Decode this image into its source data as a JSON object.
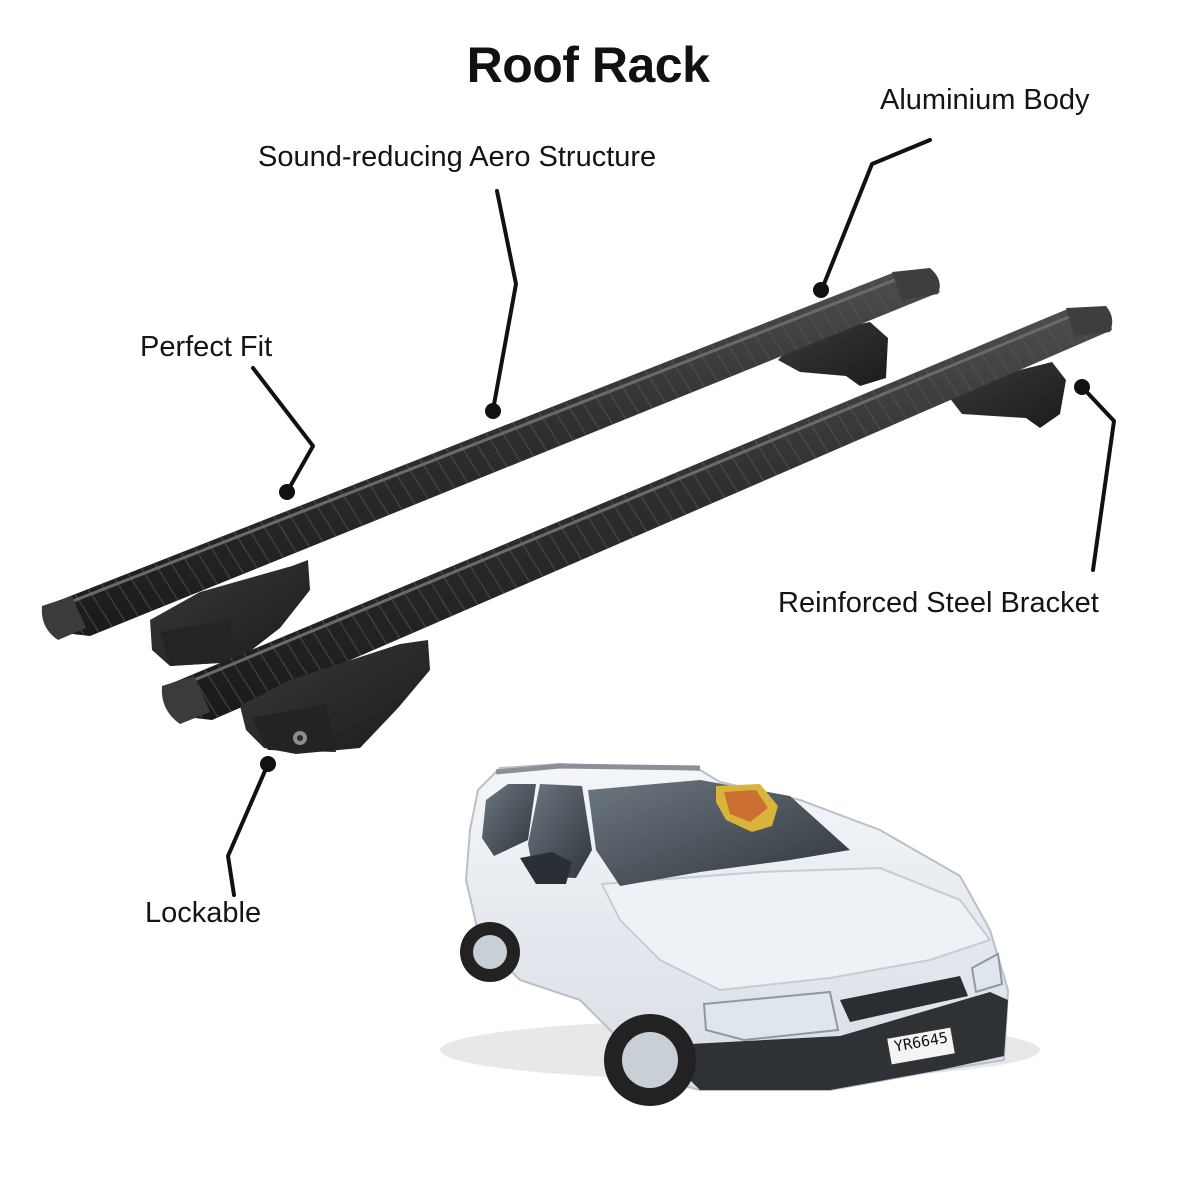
{
  "title": "Roof Rack",
  "callouts": {
    "aluminium_body": "Aluminium Body",
    "aero_structure": "Sound-reducing Aero Structure",
    "perfect_fit": "Perfect Fit",
    "reinforced_bracket": "Reinforced Steel Bracket",
    "lockable": "Lockable"
  },
  "car": {
    "plate": "YR6645"
  },
  "colors": {
    "bar": "#2c2c2b",
    "bar_highlight": "#4a4a48",
    "leader_line": "#111111",
    "car_body": "#e9edf2"
  }
}
